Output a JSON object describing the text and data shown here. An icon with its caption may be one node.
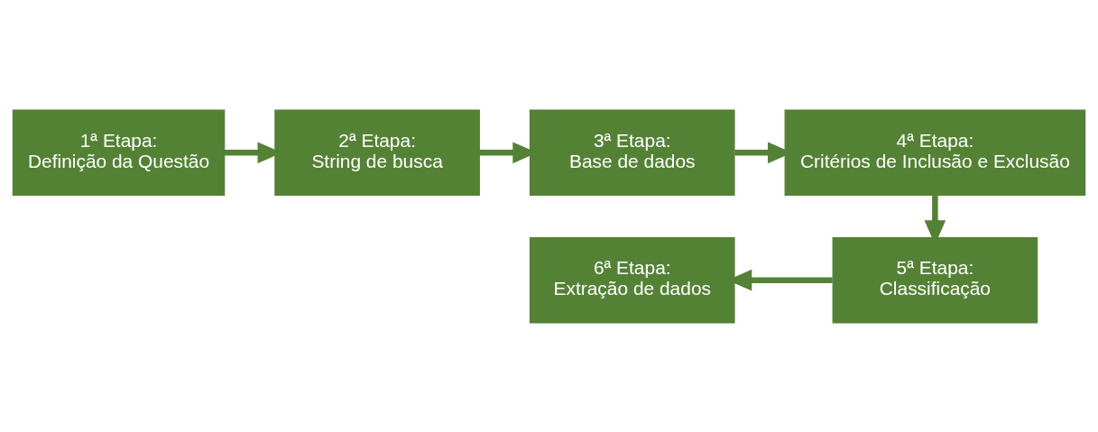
{
  "diagram": {
    "nodes": [
      {
        "text": [
          "1ª Etapa:",
          "Definição da Questão"
        ]
      },
      {
        "text": [
          "2ª Etapa:",
          "String de busca"
        ]
      },
      {
        "text": [
          "3ª Etapa:",
          "Base de dados"
        ]
      },
      {
        "text": [
          "4ª Etapa:",
          "Critérios de Inclusão e Exclusão"
        ]
      },
      {
        "text": [
          "5ª Etapa:",
          "Classificação"
        ]
      },
      {
        "text": [
          "6ª Etapa:",
          "Extração de dados"
        ]
      }
    ],
    "edges": [
      {
        "from": 0,
        "to": 1,
        "arrow": "to"
      },
      {
        "from": 1,
        "to": 2,
        "arrow": "to"
      },
      {
        "from": 2,
        "to": 3,
        "arrow": "to"
      },
      {
        "from": 3,
        "to": 4,
        "arrow": "to"
      },
      {
        "from": 4,
        "to": 5,
        "arrow": "to"
      }
    ]
  }
}
